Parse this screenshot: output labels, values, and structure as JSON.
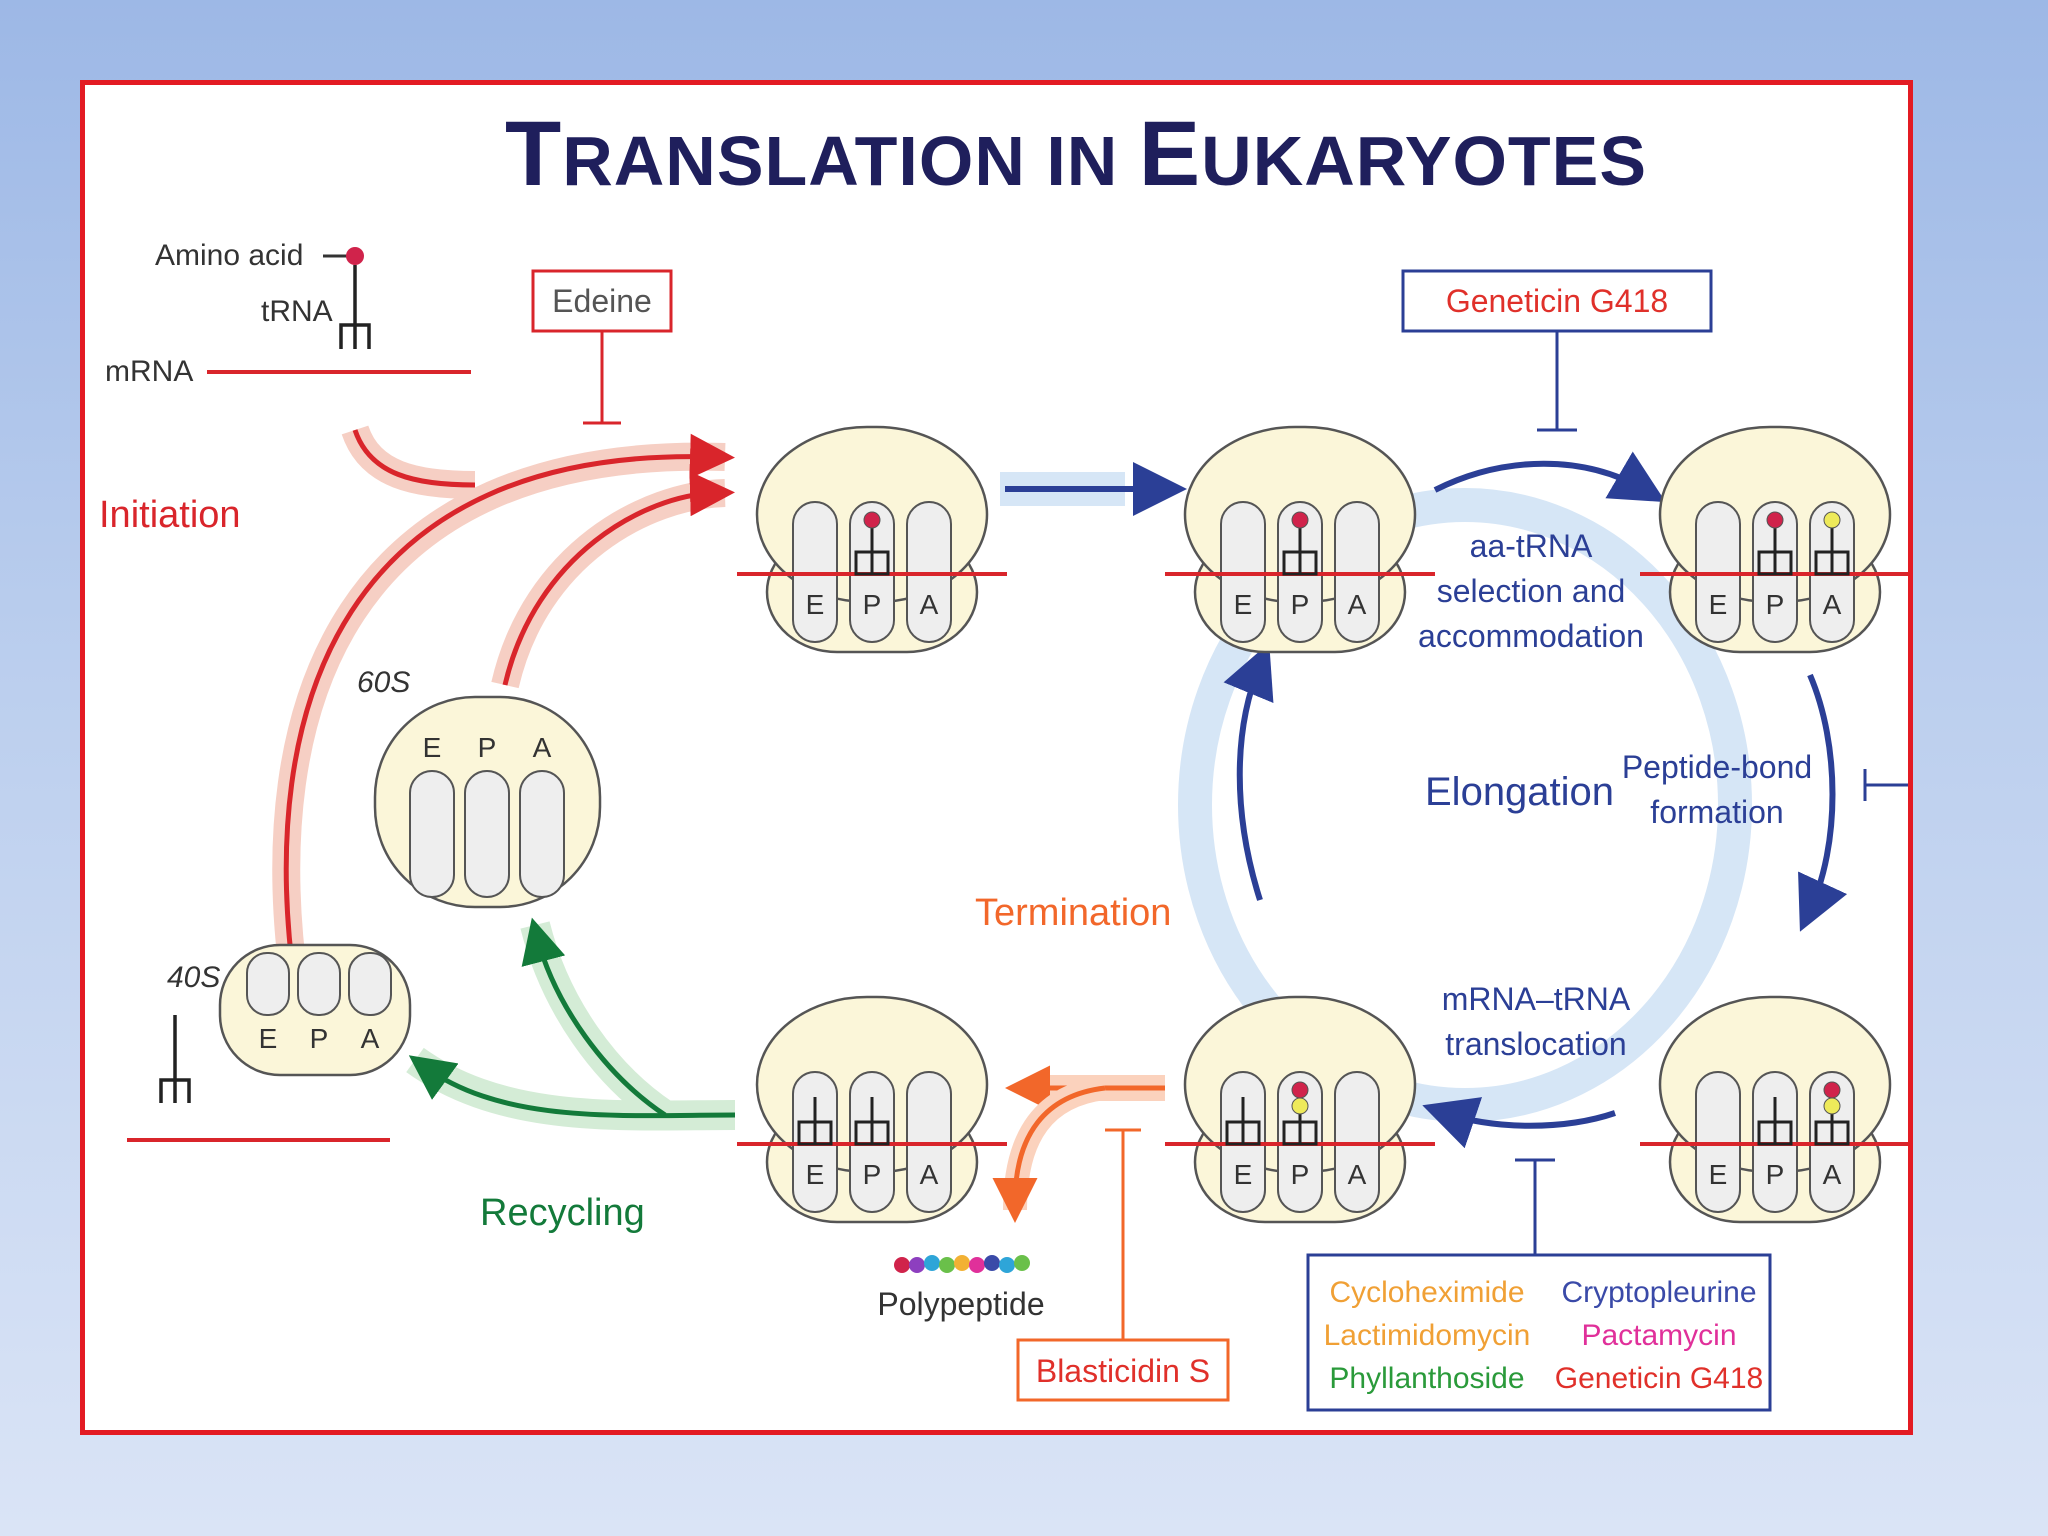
{
  "title": {
    "first_cap": "T",
    "first_rest": "RANSLATION IN ",
    "second_cap": "E",
    "second_rest": "UKARYOTES"
  },
  "legend": {
    "amino_acid": "Amino acid",
    "trna": "tRNA",
    "mrna": "mRNA"
  },
  "stages": {
    "initiation": "Initiation",
    "elongation": "Elongation",
    "termination": "Termination",
    "recycling": "Recycling"
  },
  "subunits": {
    "large": "60S",
    "small": "40S"
  },
  "sites": {
    "e": "E",
    "p": "P",
    "a": "A"
  },
  "steps": {
    "aa_trna_1": "aa-tRNA",
    "aa_trna_2": "selection and",
    "aa_trna_3": "accommodation",
    "peptide_1": "Peptide-bond",
    "peptide_2": "formation",
    "transloc_1": "mRNA–tRNA",
    "transloc_2": "translocation",
    "polypeptide": "Polypeptide"
  },
  "inhibitors": {
    "edeine": "Edeine",
    "geneticin_top": "Geneticin G418",
    "blasticidin": "Blasticidin S",
    "box_items": [
      {
        "label": "Cycloheximide",
        "color": "#f0a035"
      },
      {
        "label": "Cryptopleurine",
        "color": "#3a4aa8"
      },
      {
        "label": "Lactimidomycin",
        "color": "#f0a035"
      },
      {
        "label": "Pactamycin",
        "color": "#e0309a"
      },
      {
        "label": "Phyllanthoside",
        "color": "#2a9a3a"
      },
      {
        "label": "Geneticin G418",
        "color": "#e0302a"
      }
    ]
  },
  "colors": {
    "initiation": "#d9252b",
    "elongation": "#2b3f96",
    "termination": "#f2672a",
    "recycling": "#137a3a",
    "ribosome": "#fbf6d9",
    "frame": "#e31b23"
  }
}
